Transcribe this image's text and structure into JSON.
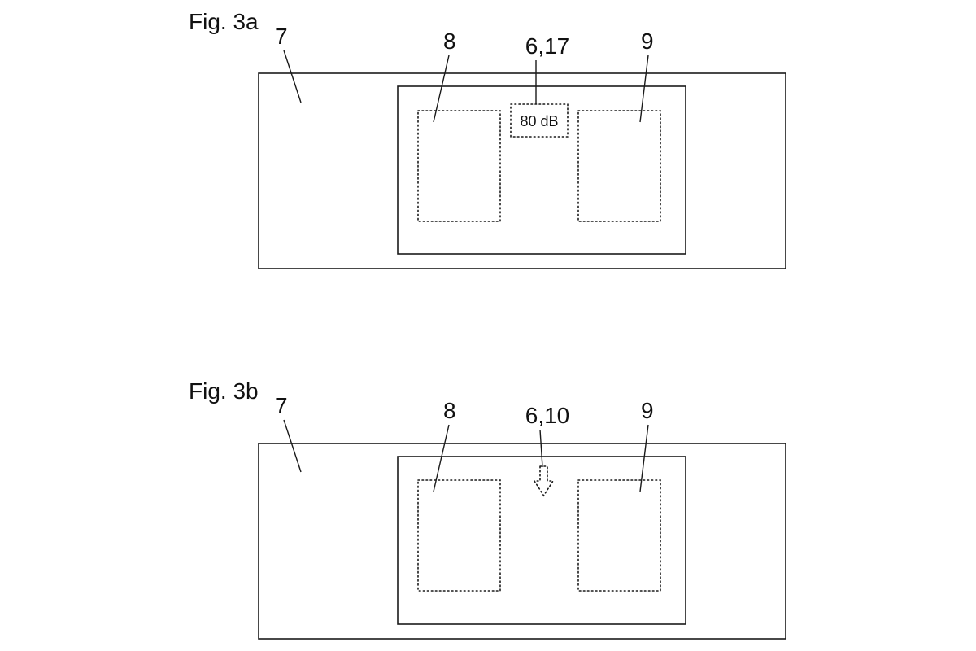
{
  "figures": [
    {
      "caption": "Fig. 3a",
      "refs": {
        "outer": "7",
        "left_module": "8",
        "indicator": "6,17",
        "right_module": "9"
      },
      "indicator_display": "80 dB"
    },
    {
      "caption": "Fig. 3b",
      "refs": {
        "outer": "7",
        "left_module": "8",
        "indicator": "6,10",
        "right_module": "9"
      },
      "indicator_icon": "down-arrow-icon"
    }
  ],
  "colors": {
    "stroke": "#1a1a1a",
    "background": "#ffffff"
  }
}
